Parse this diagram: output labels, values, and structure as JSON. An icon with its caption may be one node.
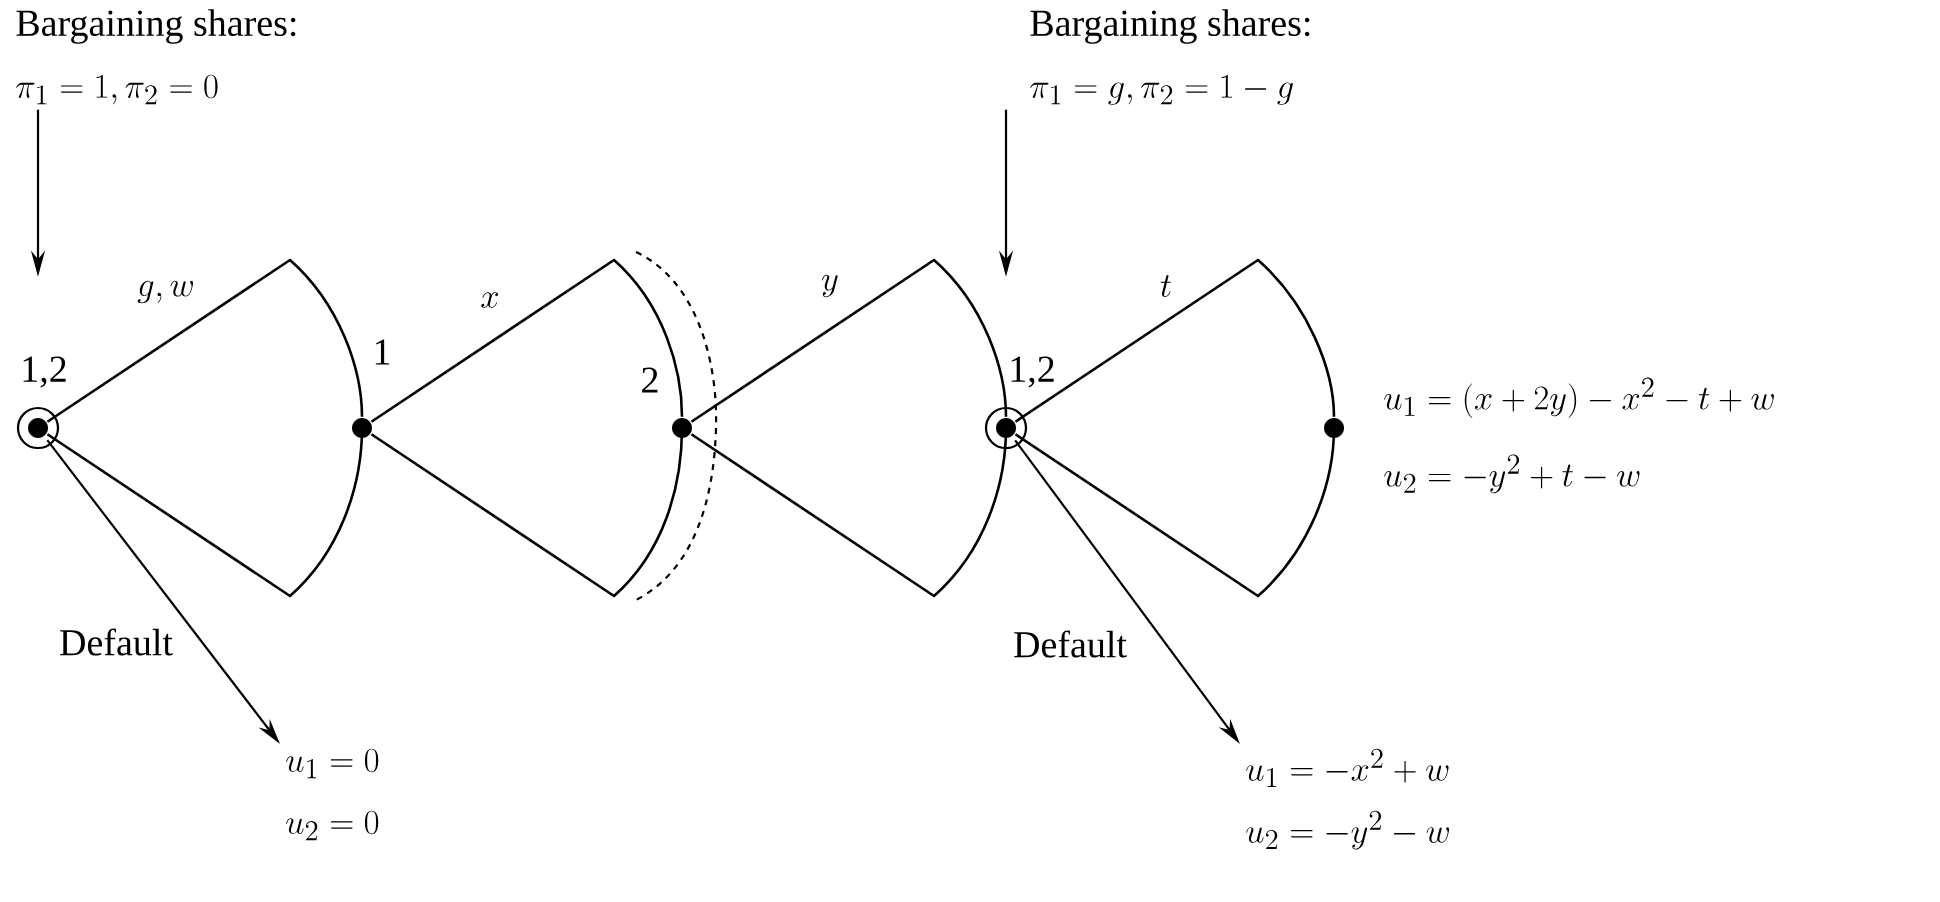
{
  "diagram": {
    "nodes": [
      {
        "text": [
          "Bargaining shares:",
          "\\pi_1 = 1, \\pi_2 = 0"
        ]
      },
      {
        "text": [],
        "shape": "circle",
        "beside": [
          "1,2"
        ]
      },
      {
        "text": [],
        "shape": "circle",
        "beside": [
          "1"
        ]
      },
      {
        "text": [],
        "shape": "circle",
        "beside": [
          "2"
        ]
      },
      {
        "text": [
          "Bargaining shares:",
          "\\pi_1 = g, \\pi_2 = 1 - g"
        ]
      },
      {
        "text": [],
        "shape": "circle",
        "beside": [
          "1,2"
        ]
      },
      {
        "text": [],
        "shape": "circle",
        "beside": [
          "u_1 = (x + 2y) - x^2 - t + w",
          "u_2 = -y^2 + t - w"
        ]
      },
      {
        "text": [
          "u_1 = 0",
          "u_2 = 0"
        ]
      },
      {
        "text": [
          "u_1 = -x^2 + w",
          "u_2 = -y^2 - w"
        ]
      }
    ],
    "edges": [
      {
        "from": 0,
        "to": 1,
        "arrow": "to"
      },
      {
        "from": 1,
        "to": 2,
        "arrow": "none",
        "label": "g, w"
      },
      {
        "from": 2,
        "to": 3,
        "arrow": "none",
        "label": "x"
      },
      {
        "from": 3,
        "to": 5,
        "arrow": "none",
        "label": "y"
      },
      {
        "from": 4,
        "to": 5,
        "arrow": "to"
      },
      {
        "from": 5,
        "to": 6,
        "arrow": "none",
        "label": "t"
      },
      {
        "from": 1,
        "to": 7,
        "arrow": "to",
        "label": "Default"
      },
      {
        "from": 5,
        "to": 8,
        "arrow": "to",
        "label": "Default"
      }
    ]
  }
}
